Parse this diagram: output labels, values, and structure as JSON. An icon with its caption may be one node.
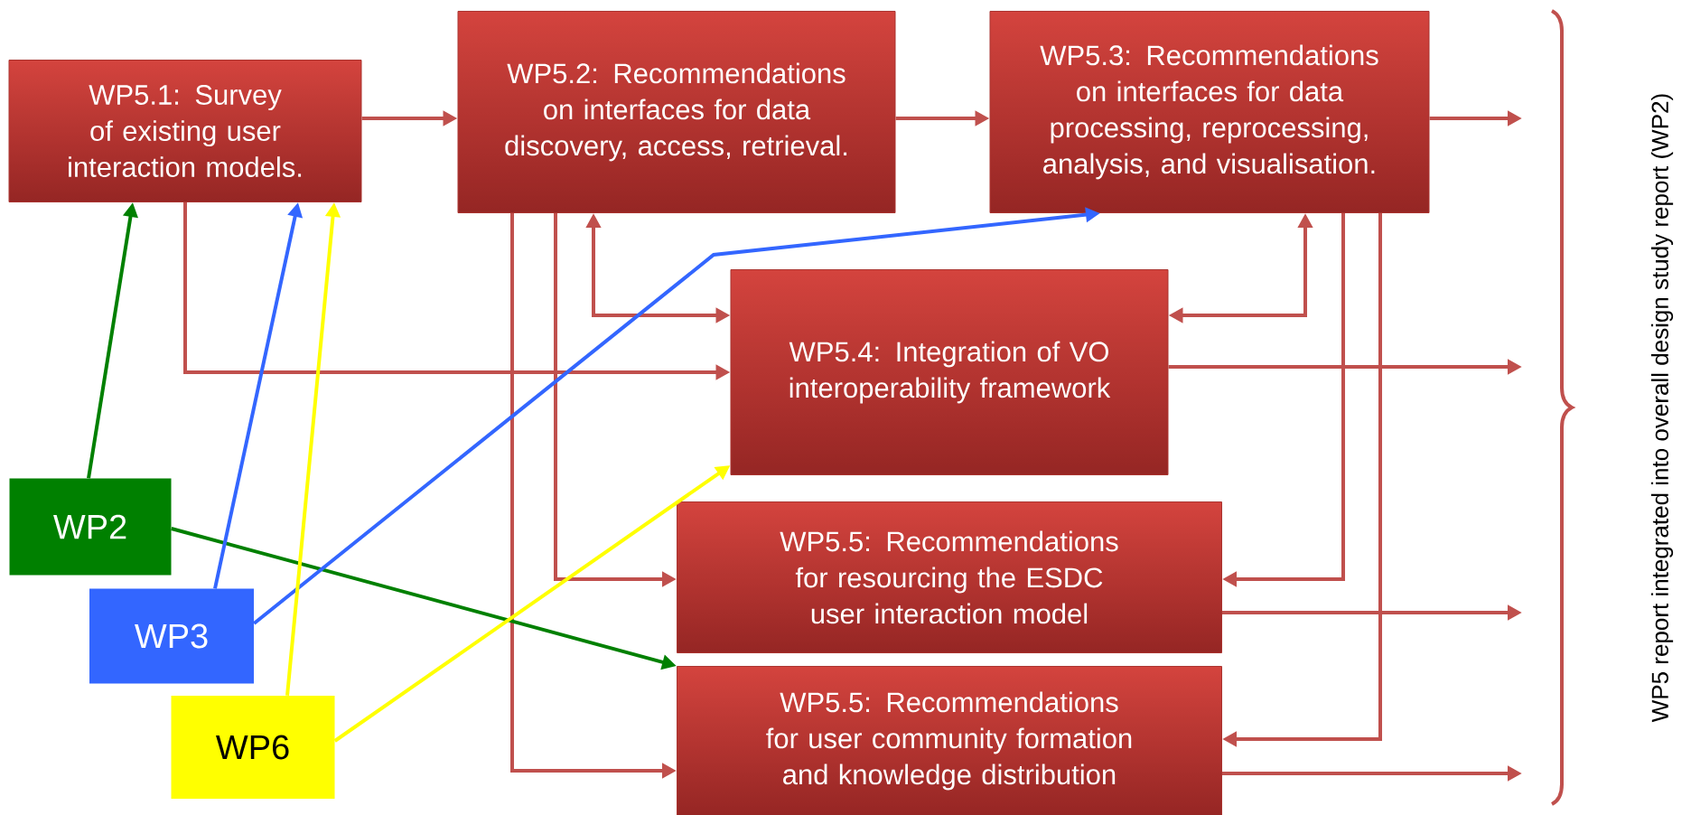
{
  "diagram": {
    "nodes": [
      {
        "text": [
          "WP5.1: Survey of existing user interaction models."
        ]
      },
      {
        "text": [
          "WP5.2: Recommendations on interfaces for data discovery, access, retrieval."
        ]
      },
      {
        "text": [
          "WP5.3: Recommendations on interfaces for data processing, reprocessing, analysis, and visualisation."
        ]
      },
      {
        "text": [
          "WP5.4: Integration of VO interoperability framework"
        ]
      },
      {
        "text": [
          "WP5.5: Recommendations for resourcing the ESDC user interaction model"
        ]
      },
      {
        "text": [
          "WP5.5: Recommendations for user community formation and knowledge distribution"
        ]
      },
      {
        "text": [
          "WP2"
        ]
      },
      {
        "text": [
          "WP3"
        ]
      },
      {
        "text": [
          "WP6"
        ]
      }
    ],
    "edges": [
      {
        "from": 0,
        "to": 1,
        "arrow": "to"
      },
      {
        "from": 1,
        "to": 2,
        "arrow": "to"
      },
      {
        "from": 2,
        "to": null,
        "arrow": "to"
      },
      {
        "from": 0,
        "to": 3,
        "arrow": "to"
      },
      {
        "from": 1,
        "to": 3,
        "arrow": "both"
      },
      {
        "from": 2,
        "to": 3,
        "arrow": "both"
      },
      {
        "from": 3,
        "to": null,
        "arrow": "to"
      },
      {
        "from": 1,
        "to": 4,
        "arrow": "to"
      },
      {
        "from": 1,
        "to": 5,
        "arrow": "to"
      },
      {
        "from": 2,
        "to": 4,
        "arrow": "to"
      },
      {
        "from": 2,
        "to": 5,
        "arrow": "to"
      },
      {
        "from": 4,
        "to": null,
        "arrow": "to"
      },
      {
        "from": 5,
        "to": null,
        "arrow": "to"
      },
      {
        "from": 6,
        "to": 0,
        "arrow": "to",
        "color": "#008000"
      },
      {
        "from": 6,
        "to": 5,
        "arrow": "to",
        "color": "#008000"
      },
      {
        "from": 7,
        "to": 0,
        "arrow": "to",
        "color": "#3366ff"
      },
      {
        "from": 7,
        "to": 2,
        "arrow": "to",
        "color": "#3366ff"
      },
      {
        "from": 8,
        "to": 0,
        "arrow": "to",
        "color": "#ffff00"
      },
      {
        "from": 8,
        "to": 3,
        "arrow": "to",
        "color": "#ffff00"
      }
    ],
    "labels": [
      "WP5 report integrated into overall design study report (WP2)"
    ]
  }
}
